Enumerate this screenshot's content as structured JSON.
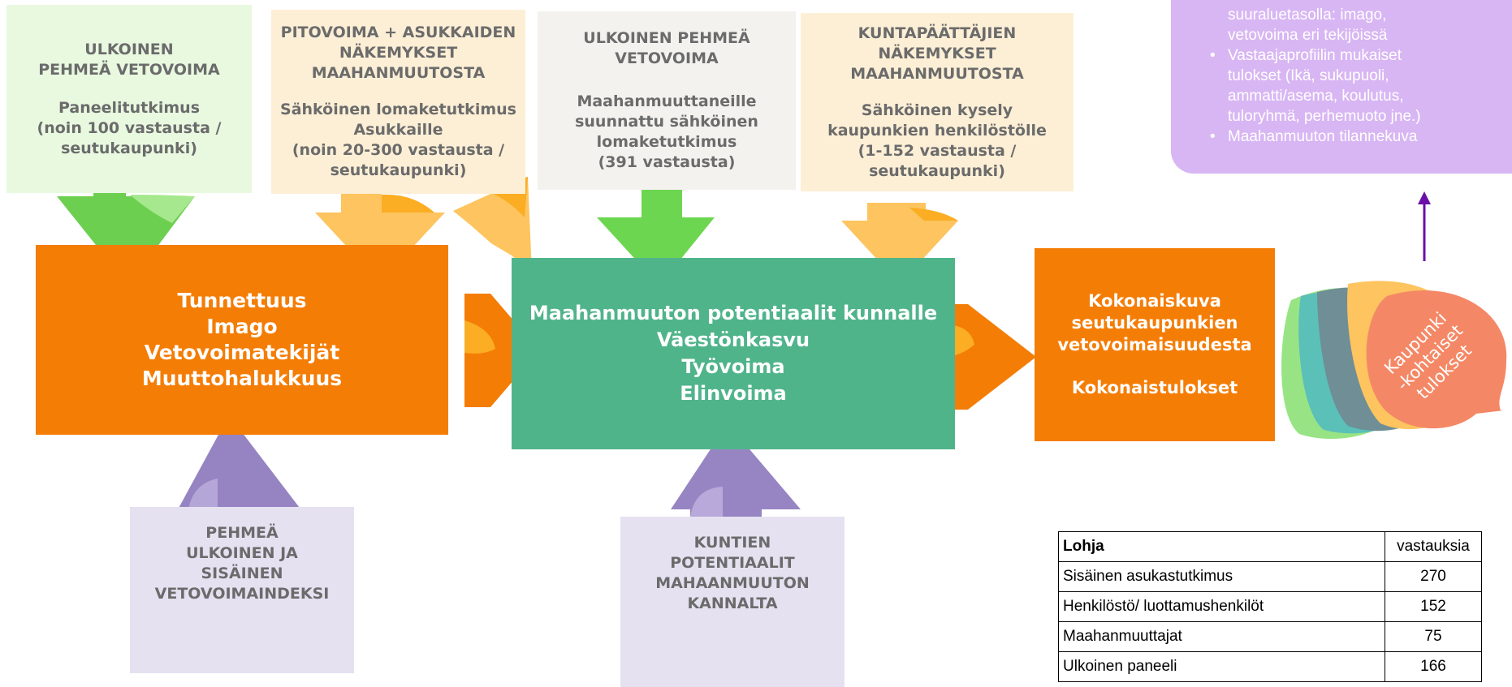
{
  "top_boxes": [
    {
      "title": "ULKOINEN\nPEHMEÄ VETOVOIMA",
      "sub": "Paneelitutkimus\n(noin 100 vastausta /\nseutukaupunki)"
    },
    {
      "title": "PITOVOIMA + ASUKKAIDEN\nNÄKEMYKSET\nMAAHANMUUTOSTA",
      "sub": "Sähköinen lomaketutkimus\nAsukkaille\n(noin 20-300 vastausta /\nseutukaupunki)"
    },
    {
      "title": "ULKOINEN PEHMEÄ\nVETOVOIMA",
      "sub": "Maahanmuuttaneille\nsuunnattu sähköinen\nlomaketutkimus\n(391 vastausta)"
    },
    {
      "title": "KUNTAPÄÄTTÄJIEN\nNÄKEMYKSET\nMAAHANMUUTOSTA",
      "sub": "Sähköinen kysely\nkaupunkien henkilöstölle\n(1-152 vastausta /\nseutukaupunki)"
    }
  ],
  "main_boxes": {
    "left": "Tunnettuus\nImago\nVetovoimatekijät\nMuuttohalukkuus",
    "center": "Maahanmuuton potentiaalit kunnalle\nVäestönkasvu\nTyövoima\nElinvoima",
    "right_title": "Kokonaiskuva\nseutukaupunkien\nvetovoimaisuudesta",
    "right_sub": "Kokonaistulokset"
  },
  "bottom_boxes": [
    {
      "text": "PEHMEÄ\nULKOINEN JA\nSISÄINEN\nVETOVOIMAINDEKSI"
    },
    {
      "text": "KUNTIEN\nPOTENTIAALIT\nMAHAANMUUTON\nKANNALTA"
    }
  ],
  "bubble_text": "Kaupunki\n-kohtaiset\ntulokset",
  "purple_card": {
    "continuation": "suuraluetasolla: imago,\nvetovoima eri tekijöissä",
    "bullets": [
      "Vastaajaprofiilin mukaiset\ntulokset (Ikä, sukupuoli,\nammatti/asema, koulutus,\ntuloryhmä, perhemuoto jne.)",
      "Maahanmuuton tilannekuva"
    ]
  },
  "table": {
    "header": [
      "Lohja",
      "vastauksia"
    ],
    "rows": [
      [
        "Sisäinen asukastutkimus",
        "270"
      ],
      [
        "Henkilöstö/ luottamushenkilöt",
        "152"
      ],
      [
        "Maahanmuuttajat",
        "75"
      ],
      [
        "Ulkoinen paneeli",
        "166"
      ]
    ]
  },
  "colors": {
    "green_box": "#e8f9e0",
    "peach_box": "#fdefd6",
    "grey_box": "#f3f2ee",
    "lilac_box": "#e5e1f1",
    "orange": "#f47d06",
    "teal": "#50b48b",
    "green_arrow": "#73d656",
    "orange_arrow": "#fec262",
    "purple_arrow": "#9d89c7",
    "purple_card": "#d8b6f3",
    "purple_line": "#6a10a8",
    "bubble": "#f48866"
  }
}
